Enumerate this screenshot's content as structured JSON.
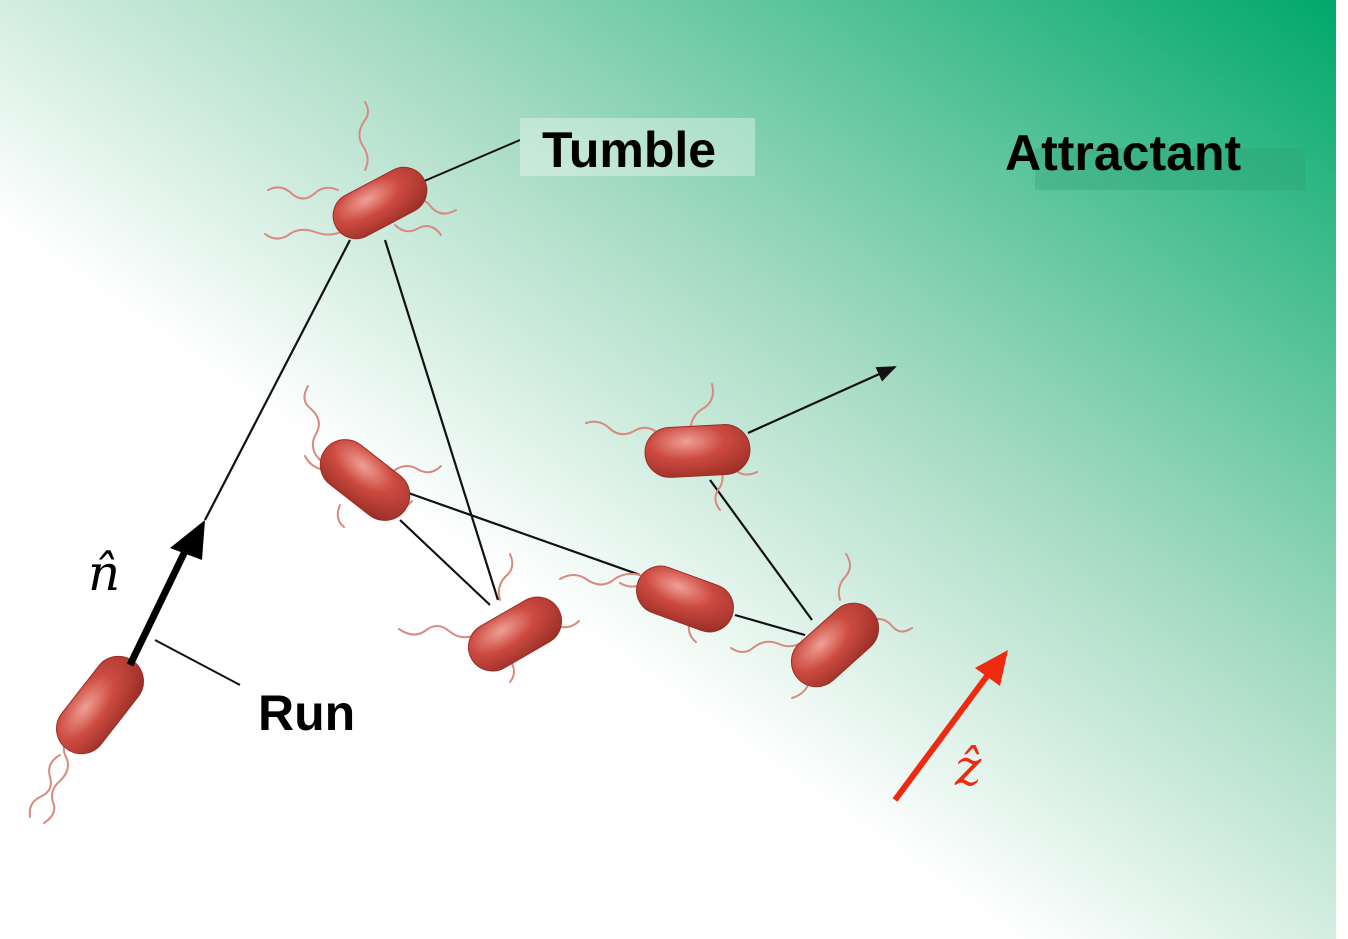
{
  "labels": {
    "tumble": "Tumble",
    "attractant": "Attractant",
    "run": "Run",
    "n_hat": "n̂",
    "z_hat": "ẑ"
  },
  "colors": {
    "gradient_start": "#ffffff",
    "gradient_end": "#00a86b",
    "bacterium_body": "#c8463c",
    "bacterium_highlight": "#ec9a90",
    "flagella": "#d98a80",
    "path_line": "#111111",
    "z_arrow": "#f02a10",
    "n_arrow": "#000000"
  }
}
